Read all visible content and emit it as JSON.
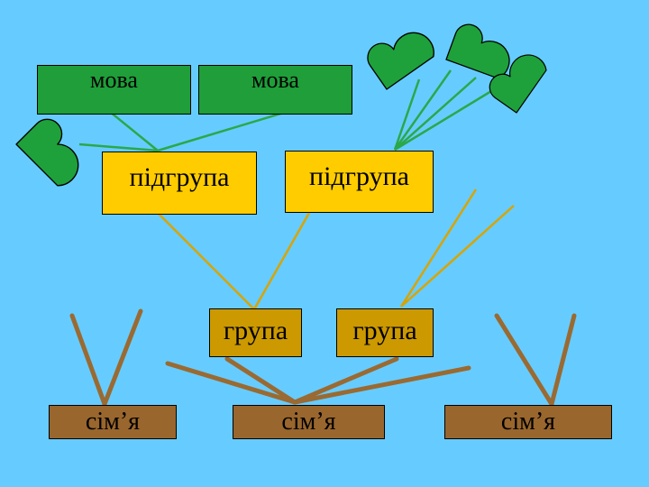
{
  "colors": {
    "background": "#66ccff",
    "language": "#1f9e3a",
    "subgroup": "#ffcc00",
    "group": "#cc9900",
    "family": "#99662e",
    "leaf": "#1ea13a",
    "green_line": "#2aa84a",
    "yellow_line": "#d9a400",
    "brown_line": "#9a6a32"
  },
  "languages": [
    {
      "label": "мова"
    },
    {
      "label": "мова"
    }
  ],
  "subgroups": [
    {
      "label": "підгрупа"
    },
    {
      "label": "підгрупа"
    }
  ],
  "groups": [
    {
      "label": "група"
    },
    {
      "label": "група"
    }
  ],
  "families": [
    {
      "label": "сім’я"
    },
    {
      "label": "сім’я"
    },
    {
      "label": "сім’я"
    }
  ],
  "icons": [
    "heart-leaf-icon"
  ]
}
